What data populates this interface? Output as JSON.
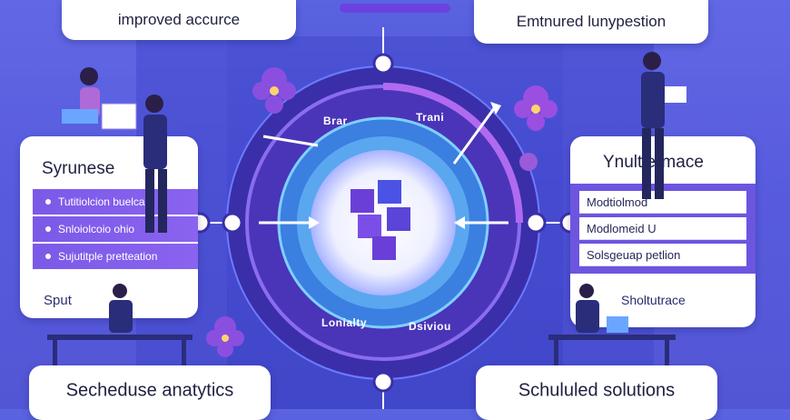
{
  "cards": {
    "top_left": "improved accurce",
    "top_right": "Emtnured lunypestion",
    "bottom_left": "Secheduse anatytics",
    "bottom_right": "Schululed solutions"
  },
  "left_panel": {
    "title": "Syrunese",
    "rows": [
      "Tutitiolcion buelcai",
      "Snloiolcoio ohio",
      "Sujutitple pretteation"
    ],
    "footer": "Sput"
  },
  "right_panel": {
    "title": "Ynultie-mace",
    "rows": [
      "Modtiolmod",
      "Modlomeid U",
      "Solsgeuap petlion"
    ],
    "footer": "Sholtutrace"
  },
  "ring_labels": {
    "top_left": "Brar",
    "top_right": "Trani",
    "bottom_left": "Lonialty",
    "bottom_right": "Dsiviou"
  },
  "colors": {
    "accent": "#7b5ae8",
    "background": "#4b4fd6",
    "card": "#ffffff"
  }
}
